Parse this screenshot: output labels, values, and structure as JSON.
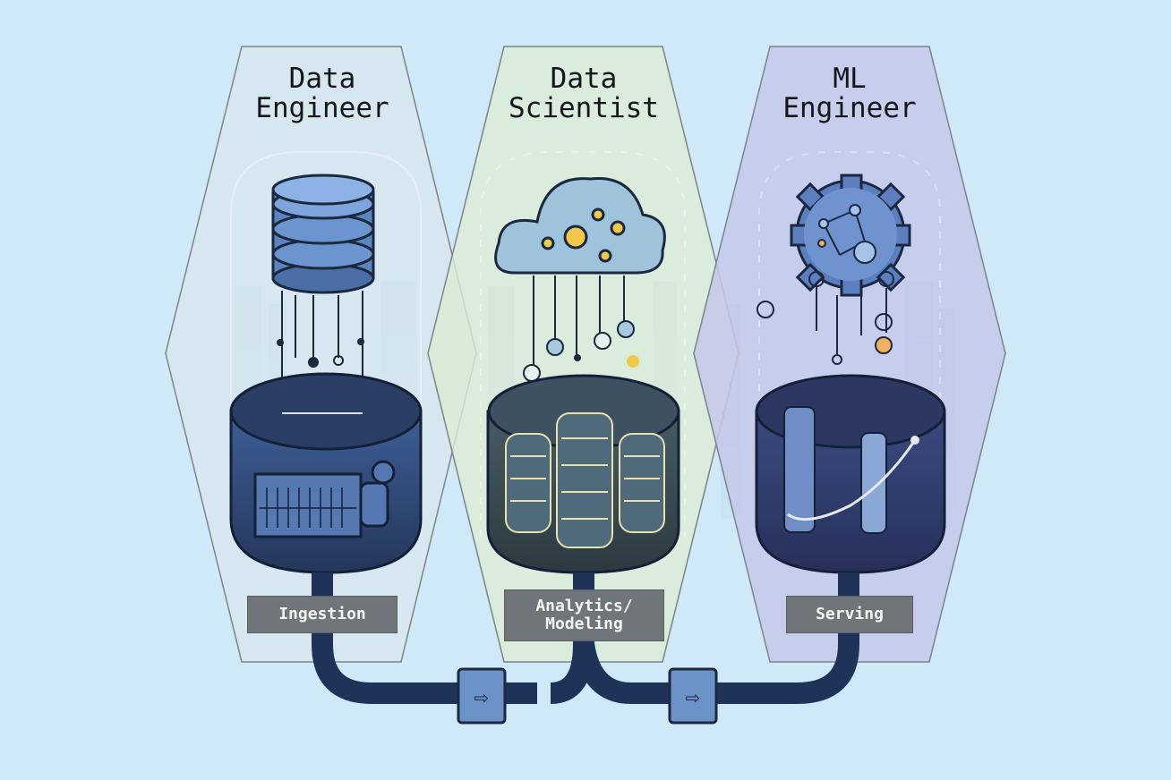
{
  "roles": [
    {
      "title": "Data\nEngineer",
      "stage": "Ingestion",
      "icon": "database-icon",
      "tint": "#d7e6ee"
    },
    {
      "title": "Data\nScientist",
      "stage": "Analytics/\nModeling",
      "icon": "cloud-icon",
      "tint": "#dcecd4"
    },
    {
      "title": "ML\nEngineer",
      "stage": "Serving",
      "icon": "gear-icon",
      "tint": "#c6c8ea"
    }
  ],
  "connectors": [
    {
      "icon": "arrow-right-icon",
      "glyph": "⇨"
    },
    {
      "icon": "arrow-right-icon",
      "glyph": "⇨"
    }
  ],
  "colors": {
    "background": "#cfe9f8",
    "pipe": "#1f3358",
    "container_dark": "#2b3b5f",
    "container_green": "#3a4d5a",
    "accent_yellow": "#f1c94a",
    "label_bg": "#6f7579"
  }
}
